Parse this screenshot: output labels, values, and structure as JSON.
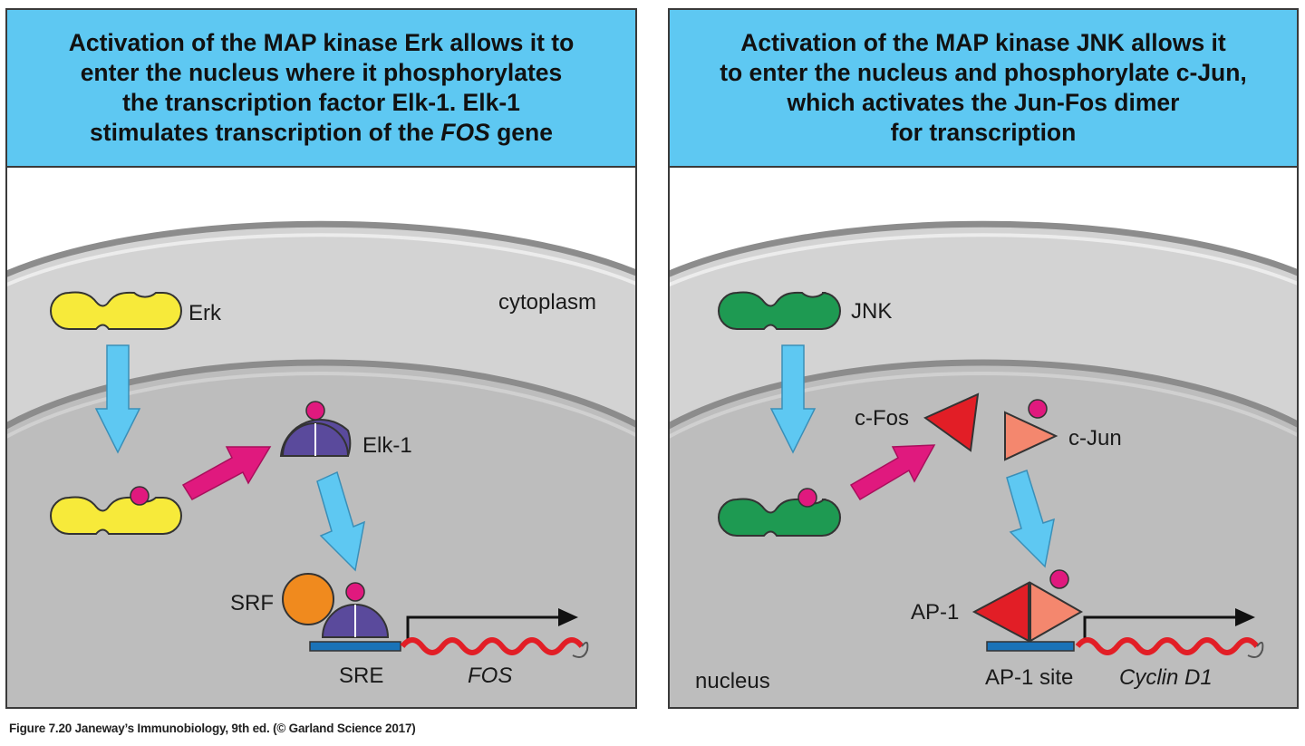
{
  "left_panel": {
    "header": {
      "line1": "Activation of the MAP kinase Erk allows it to",
      "line2": "enter the nucleus where it phosphorylates",
      "line3": "the transcription factor Elk-1. Elk-1",
      "line4_pre": "stimulates transcription of the ",
      "line4_gene": "FOS",
      "line4_post": " gene"
    },
    "labels": {
      "kinase": "Erk",
      "compartment": "cytoplasm",
      "factor": "Elk-1",
      "cofactor": "SRF",
      "element": "SRE",
      "gene": "FOS"
    }
  },
  "right_panel": {
    "header": {
      "line1": "Activation of the MAP kinase JNK allows it",
      "line2": "to enter the nucleus and phosphorylate c-Jun,",
      "line3": "which activates the Jun-Fos dimer",
      "line4": "for transcription"
    },
    "labels": {
      "kinase": "JNK",
      "fos": "c-Fos",
      "jun": "c-Jun",
      "complex": "AP-1",
      "site": "AP-1 site",
      "gene": "Cyclin D1",
      "compartment": "nucleus"
    }
  },
  "footer": "Figure 7.20  Janeway’s Immunobiology, 9th ed. (© Garland Science 2017)",
  "colors": {
    "header_bg": "#5ec8f2",
    "erk": "#f7ea3a",
    "jnk": "#1e9a52",
    "elk": "#5a4a9c",
    "phospho": "#e0197e",
    "srf": "#f08a1e",
    "cfos": "#e21e26",
    "cjun": "#f4876e",
    "arrow_blue": "#5ec8f2",
    "arrow_pink": "#e0197e",
    "dna": "#e21e26",
    "element_bar": "#1a73b8"
  }
}
